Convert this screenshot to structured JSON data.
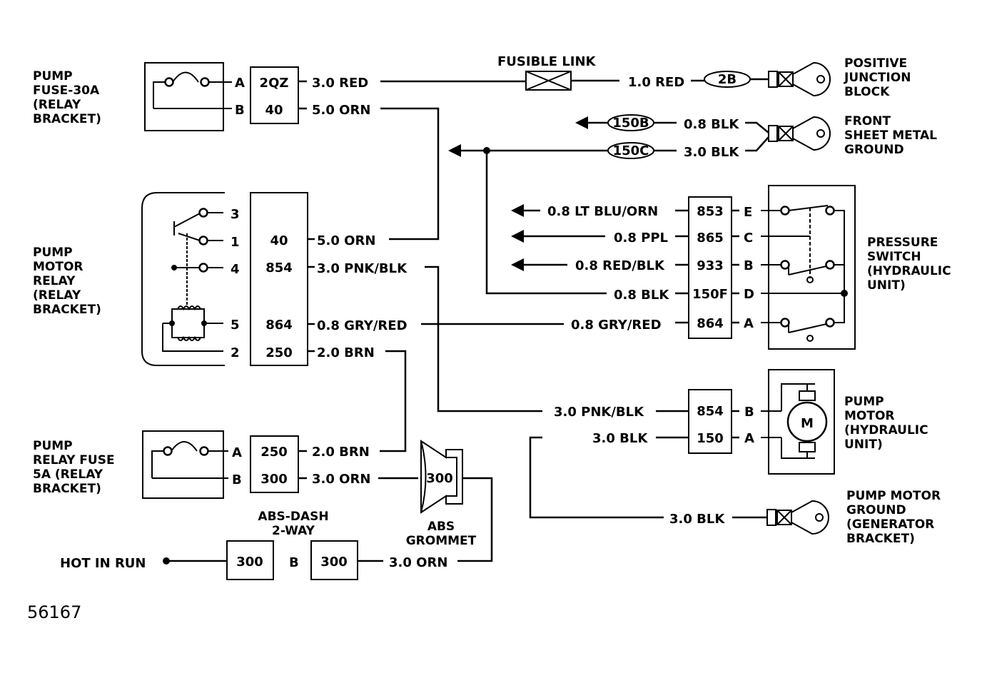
{
  "labels": {
    "pump_fuse": [
      "PUMP",
      "FUSE-30A",
      "(RELAY",
      "BRACKET)"
    ],
    "pump_motor_relay": [
      "PUMP",
      "MOTOR",
      "RELAY",
      "(RELAY",
      "BRACKET)"
    ],
    "pump_relay_fuse": [
      "PUMP",
      "RELAY FUSE",
      "5A (RELAY",
      "BRACKET)"
    ],
    "abs_dash": [
      "ABS-DASH",
      "2-WAY"
    ],
    "abs_grommet": [
      "ABS",
      "GROMMET"
    ],
    "hot_in_run": "HOT IN RUN",
    "fusible_link": "FUSIBLE LINK",
    "positive_junction_block": [
      "POSITIVE",
      "JUNCTION",
      "BLOCK"
    ],
    "front_sheet_metal_ground": [
      "FRONT",
      "SHEET METAL",
      "GROUND"
    ],
    "pressure_switch": [
      "PRESSURE",
      "SWITCH",
      "(HYDRAULIC",
      "UNIT)"
    ],
    "pump_motor": [
      "PUMP",
      "MOTOR",
      "(HYDRAULIC",
      "UNIT)"
    ],
    "pump_motor_ground": [
      "PUMP MOTOR",
      "GROUND",
      "(GENERATOR",
      "BRACKET)"
    ],
    "motor_symbol": "M",
    "figure_number": "56167"
  },
  "pump_fuse": {
    "pins": [
      "A",
      "B"
    ],
    "circuits": [
      "2QZ",
      "40"
    ],
    "wires": [
      "3.0 RED",
      "5.0 ORN"
    ]
  },
  "pump_motor_relay": {
    "pins": [
      "3",
      "1",
      "4",
      "5",
      "2"
    ],
    "circuits": [
      "40",
      "854",
      "864",
      "250"
    ],
    "wires": [
      "5.0 ORN",
      "3.0 PNK/BLK",
      "0.8 GRY/RED",
      "2.0 BRN"
    ]
  },
  "pump_relay_fuse": {
    "pins": [
      "A",
      "B"
    ],
    "circuits": [
      "250",
      "300"
    ],
    "wires": [
      "2.0 BRN",
      "3.0 ORN"
    ]
  },
  "abs_dash": {
    "circuits": [
      "300",
      "300"
    ],
    "pin": "B",
    "wire": "3.0 ORN"
  },
  "abs_grommet": {
    "circuit": "300"
  },
  "positive_junction_block": {
    "wire": "1.0 RED",
    "splice": "2B"
  },
  "front_sheet_metal_ground": {
    "splices": [
      "150B",
      "150C"
    ],
    "wires": [
      "0.8 BLK",
      "3.0 BLK"
    ]
  },
  "pressure_switch": {
    "pins": [
      "E",
      "C",
      "B",
      "D",
      "A"
    ],
    "circuits": [
      "853",
      "865",
      "933",
      "150F",
      "864"
    ],
    "wires": [
      "0.8 LT BLU/ORN",
      "0.8 PPL",
      "0.8 RED/BLK",
      "0.8 BLK",
      "0.8 GRY/RED"
    ]
  },
  "pump_motor": {
    "pins": [
      "B",
      "A"
    ],
    "circuits": [
      "854",
      "150"
    ],
    "wires": [
      "3.0 PNK/BLK",
      "3.0 BLK"
    ]
  },
  "pump_motor_ground": {
    "wire": "3.0 BLK"
  }
}
